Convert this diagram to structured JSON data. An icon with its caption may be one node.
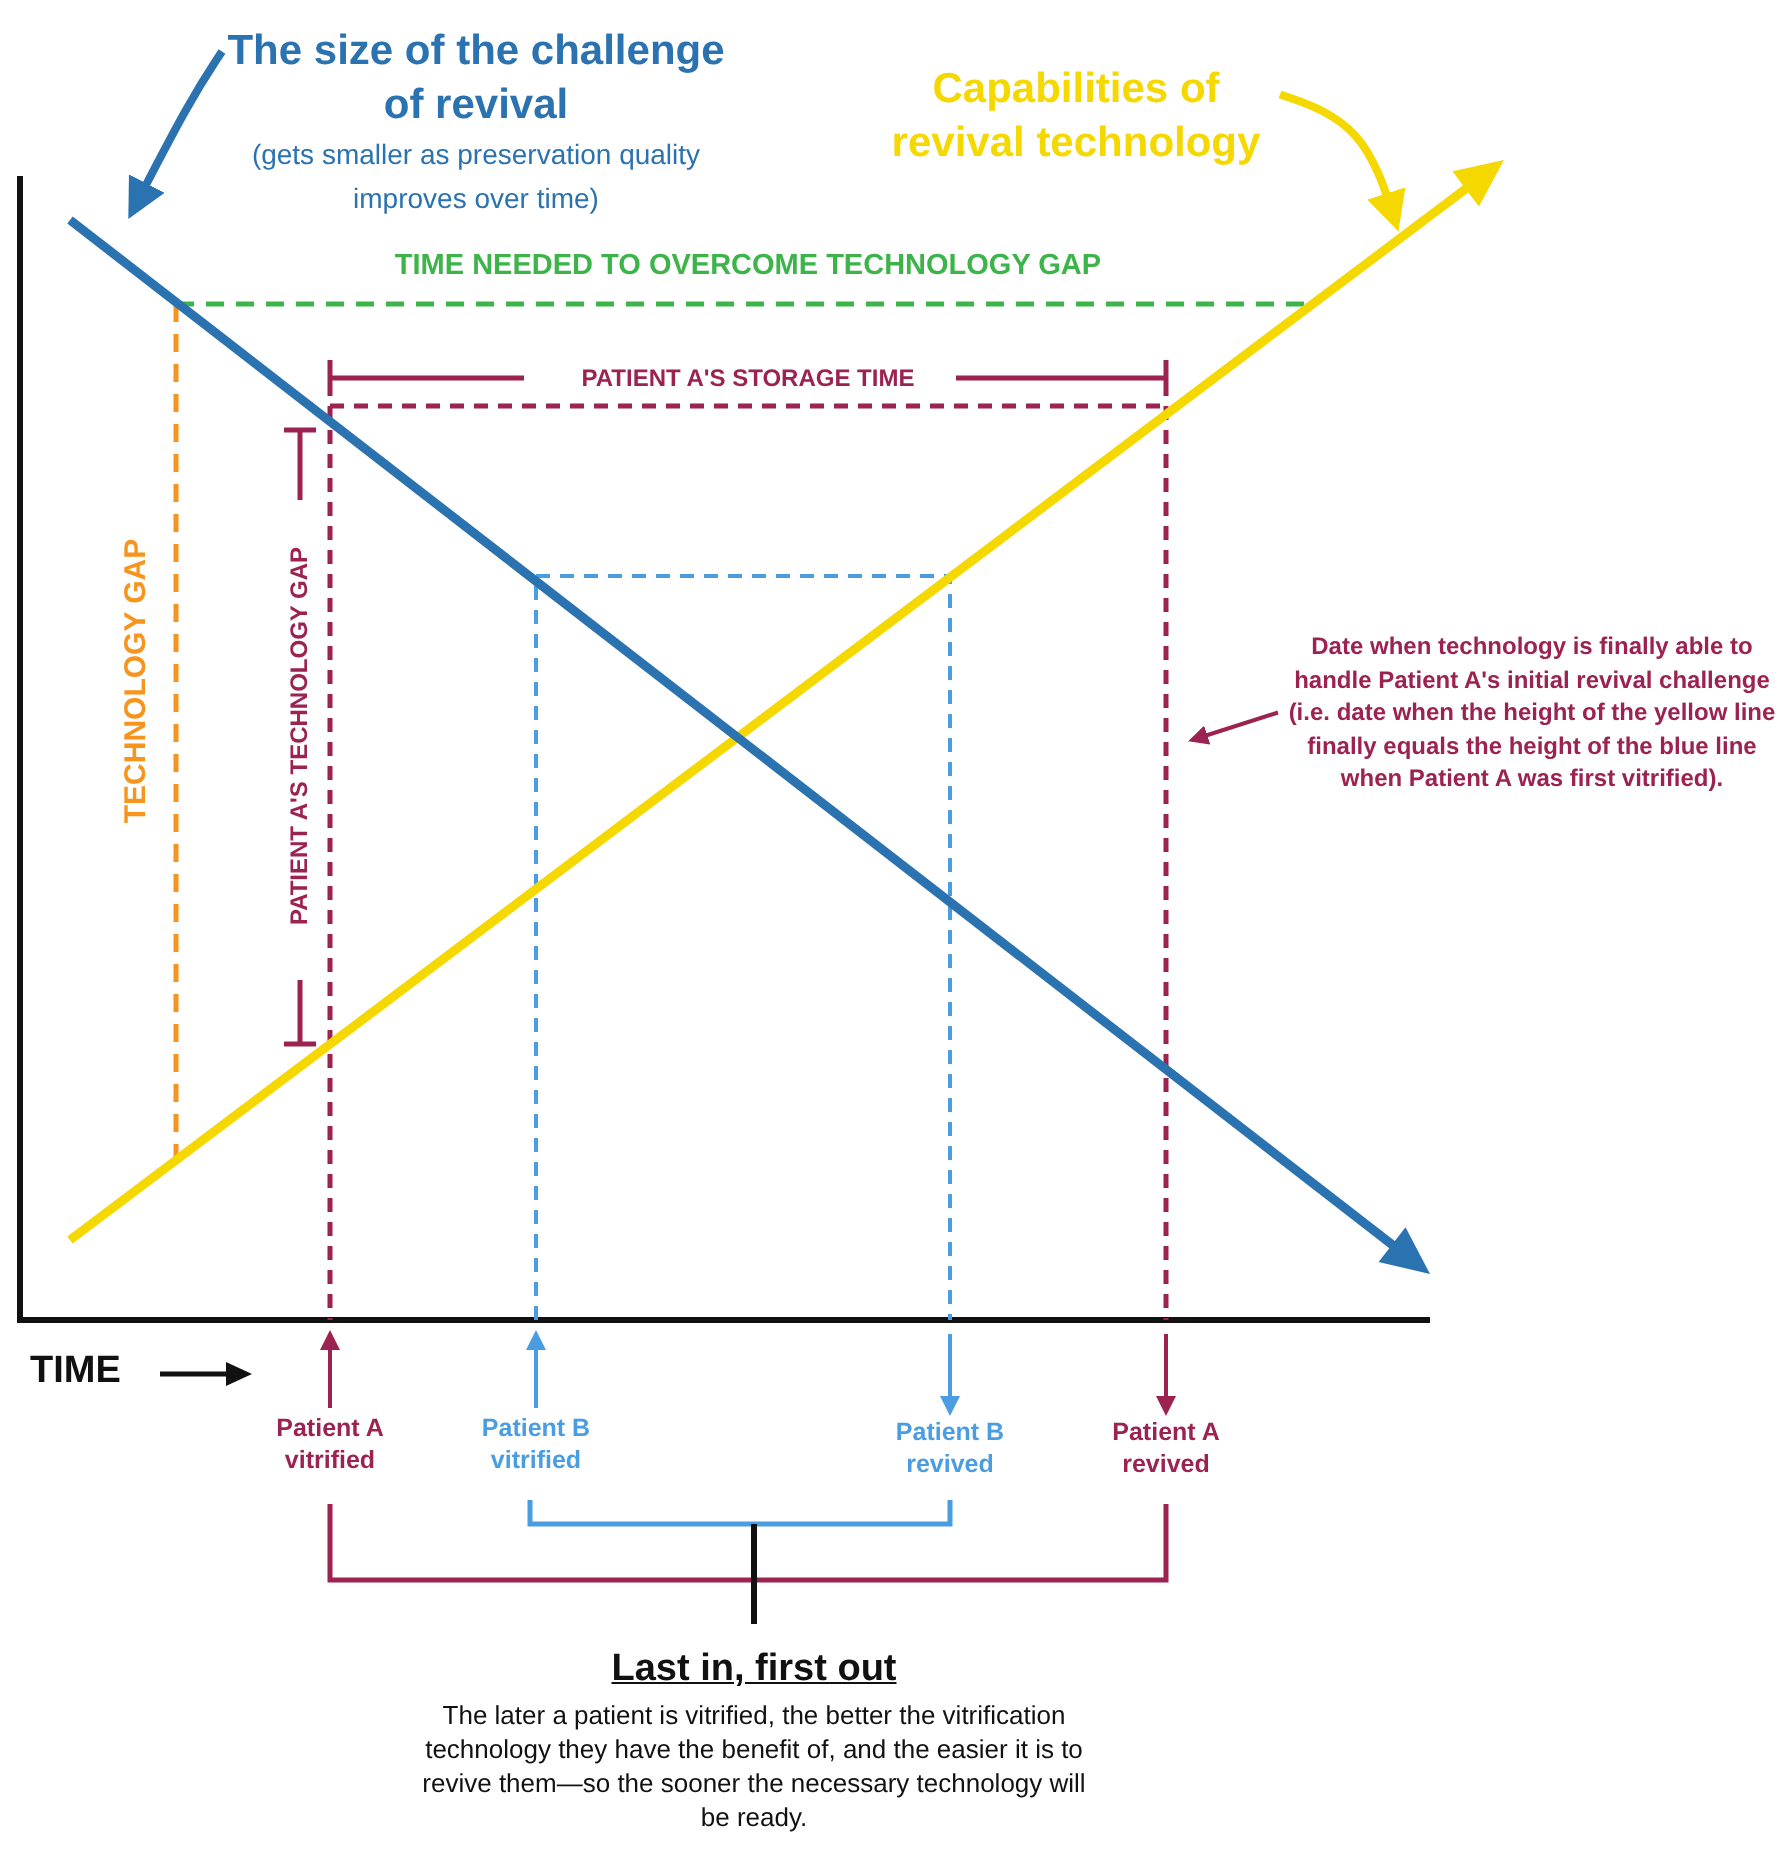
{
  "diagram": {
    "nodes": [
      {
        "text": [
          "The size of the challenge of revival",
          "(gets smaller as preservation quality improves over time)"
        ]
      },
      {
        "text": [
          "Capabilities of revival technology"
        ]
      },
      {
        "text": [
          "Patient A vitrified"
        ]
      },
      {
        "text": [
          "Patient B vitrified"
        ]
      },
      {
        "text": [
          "Patient B revived"
        ]
      },
      {
        "text": [
          "Patient A revived"
        ]
      },
      {
        "text": [
          "Date when technology is finally able to handle Patient A's initial revival challenge (i.e. date when the height of the yellow line finally equals the height of the blue line when Patient A was first vitrified)."
        ]
      },
      {
        "text": [
          "Last in, first out",
          "The later a patient is vitrified, the better the vitrification technology they have the benefit of, and the easier it is to revive them—so the sooner the necessary technology will be ready."
        ]
      }
    ],
    "edges": [
      {
        "from": 0,
        "to": null,
        "arrow": "to",
        "style": "thick",
        "color": "#2b72b0"
      },
      {
        "from": 1,
        "to": null,
        "arrow": "to",
        "style": "thick",
        "color": "#f5d800"
      },
      {
        "from": 2,
        "to": null,
        "arrow": "to",
        "color": "#9b2251"
      },
      {
        "from": 3,
        "to": null,
        "arrow": "to",
        "color": "#4a9de0"
      },
      {
        "from": null,
        "to": 4,
        "arrow": "to",
        "color": "#4a9de0"
      },
      {
        "from": null,
        "to": 5,
        "arrow": "to",
        "color": "#9b2251"
      },
      {
        "from": 6,
        "to": null,
        "arrow": "to",
        "color": "#9b2251"
      }
    ],
    "labels": [
      "TIME NEEDED TO OVERCOME TECHNOLOGY GAP",
      "PATIENT A'S STORAGE TIME",
      "PATIENT A'S TECHNOLOGY GAP",
      "TECHNOLOGY GAP",
      "TIME"
    ]
  }
}
